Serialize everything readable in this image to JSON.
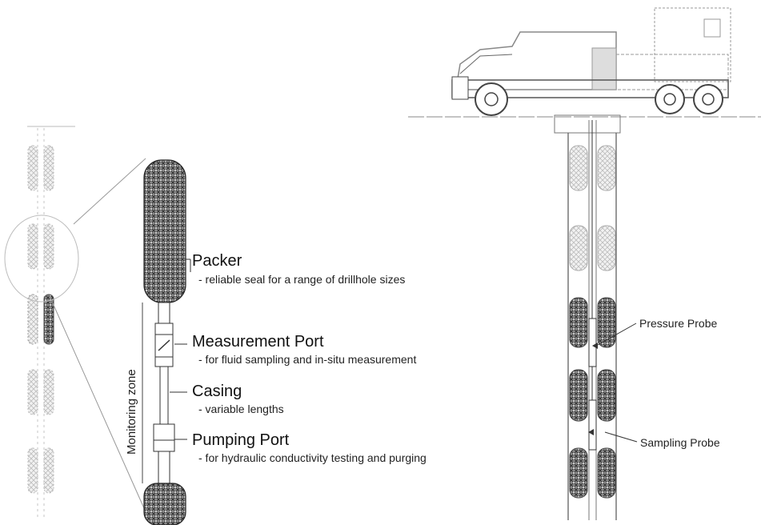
{
  "labels": {
    "packer": {
      "title": "Packer",
      "desc": "- reliable seal for a range of drillhole sizes"
    },
    "measurement_port": {
      "title": "Measurement Port",
      "desc": "- for fluid sampling and in-situ measurement"
    },
    "casing": {
      "title": "Casing",
      "desc": "- variable lengths"
    },
    "pumping_port": {
      "title": "Pumping Port",
      "desc": "- for hydraulic conductivity testing and purging"
    },
    "monitoring_zone": "Monitoring zone",
    "pressure_probe": "Pressure Probe",
    "sampling_probe": "Sampling Probe"
  },
  "colors": {
    "line": "#333333",
    "light_line": "#9a9a9a",
    "packer_fill": "#6d6d6d"
  }
}
